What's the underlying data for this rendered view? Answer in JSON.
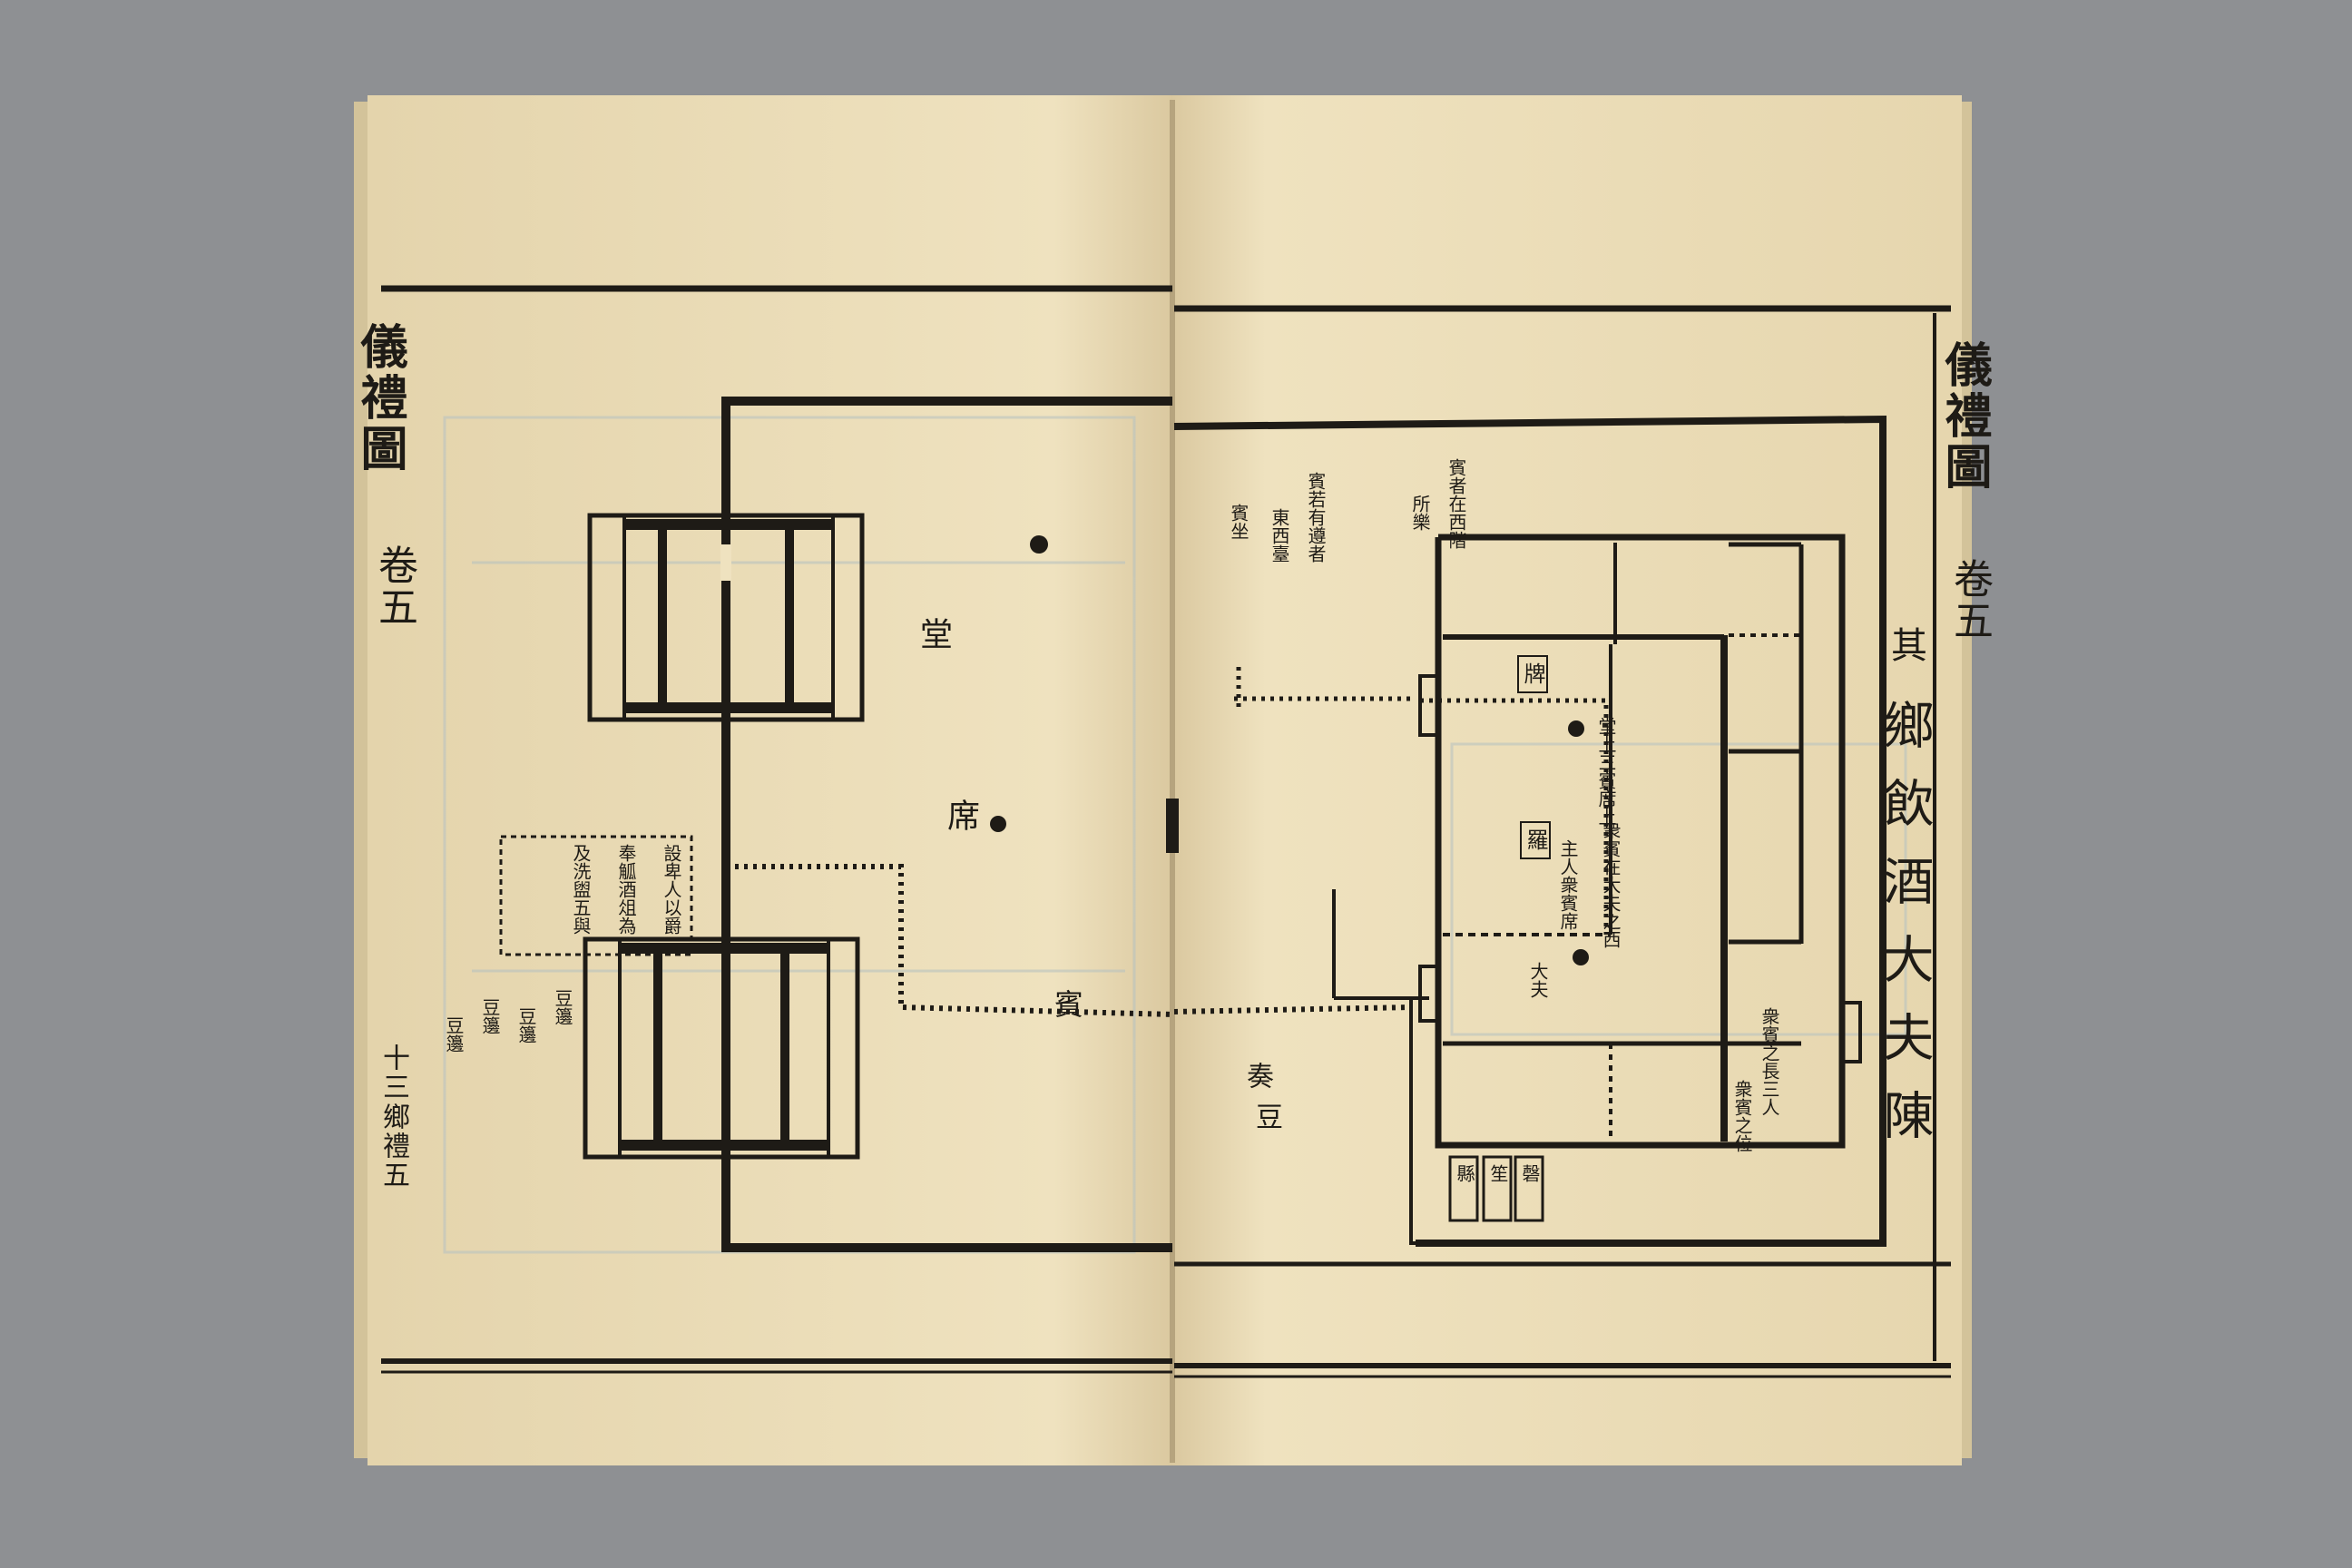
{
  "book": {
    "left_page": {
      "spine_title": "儀禮圖",
      "spine_volume": "卷五",
      "folio": "十三",
      "folio_section": "鄉禮五",
      "hall_label": "堂",
      "seat_label": "席",
      "note_lines": [
        "設卑人以爵",
        "奉觚酒俎為",
        "及洗盥五與"
      ],
      "notes_lower": [
        "豆籩",
        "豆籩",
        "豆籩",
        "豆籩"
      ],
      "bottom_note": "賓"
    },
    "right_page": {
      "spine_title": "儀禮圖",
      "spine_volume": "卷五",
      "chapter_title": "鄉飲酒大夫陳",
      "chapter_sub": "其",
      "notes_top": [
        "賓者在西階",
        "所樂",
        "賓若有遵者",
        "東西臺",
        "賓坐"
      ],
      "notes_mid": [
        "堂上三賓席上",
        "衆賓在大夫之西",
        "主人衆賓席",
        "大夫"
      ],
      "boxed_1": "牌",
      "boxed_2": "羅",
      "notes_right": [
        "衆賓之長三人",
        "衆賓之位"
      ],
      "bottom_boxes": [
        "縣",
        "笙",
        "磬"
      ],
      "bottom_labels": [
        "奏",
        "豆"
      ]
    }
  }
}
